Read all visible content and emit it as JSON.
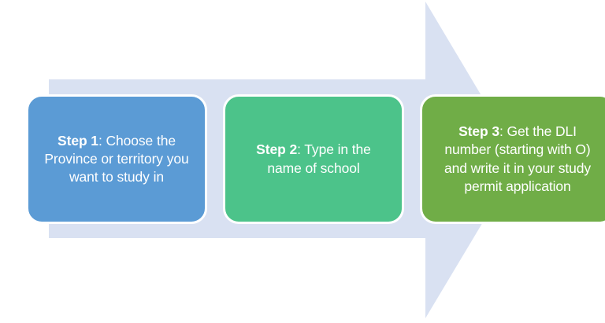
{
  "diagram": {
    "type": "process-arrow",
    "title": "",
    "arrow": {
      "name": "right-arrow-shape",
      "color": "#D9E1F2",
      "direction": "right"
    },
    "steps": [
      {
        "id": "step-1",
        "label_bold": "Step 1",
        "label_rest": ": Choose the Province or territory you want to study in",
        "full_text": "Step 1: Choose the Province or territory you want to study in",
        "color": "#5B9BD5",
        "text_color": "#FFFFFF"
      },
      {
        "id": "step-2",
        "label_bold": "Step 2",
        "label_rest": ": Type in the name of school",
        "full_text": "Step 2: Type in the name of school",
        "color": "#4CC38A",
        "text_color": "#FFFFFF"
      },
      {
        "id": "step-3",
        "label_bold": "Step 3",
        "label_rest": ": Get the DLI number (starting with O) and write it in your study permit application",
        "full_text": "Step 3: Get the DLI number (starting with O) and write it in your study permit application",
        "color": "#70AD47",
        "text_color": "#FFFFFF"
      }
    ],
    "background_color": "#FFFFFF"
  }
}
